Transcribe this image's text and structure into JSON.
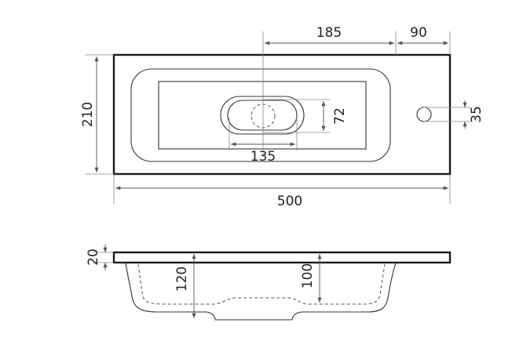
{
  "top_view": {
    "dims": {
      "overall_width": "500",
      "overall_depth": "210",
      "drain_to_tap": "185",
      "tap_offset": "90",
      "drain_width": "135",
      "drain_height": "72",
      "tap_hole": "35"
    }
  },
  "side_view": {
    "dims": {
      "slab_thickness": "20",
      "depth_outer": "120",
      "depth_inner": "100"
    }
  }
}
